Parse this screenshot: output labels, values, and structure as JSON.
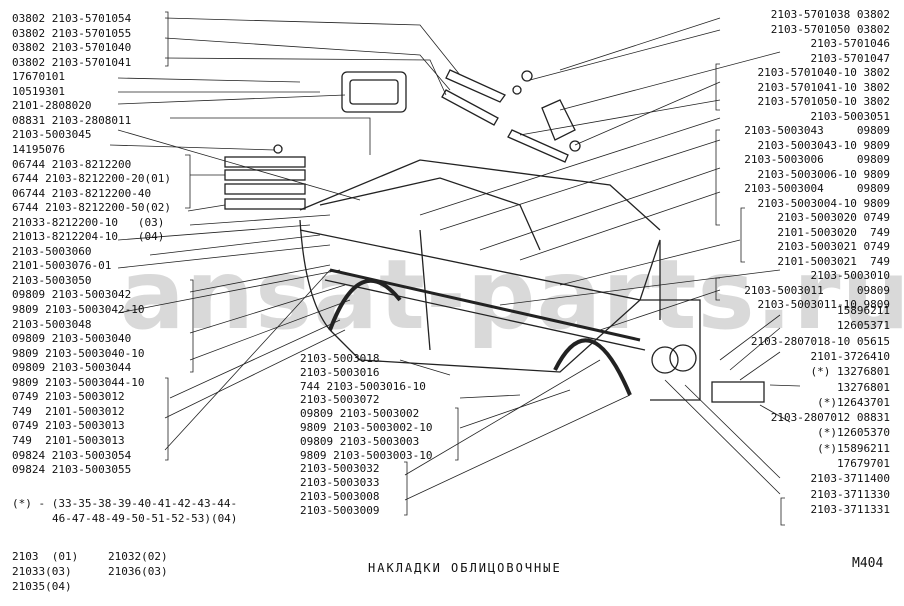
{
  "watermark": "ansat-parts.ru",
  "title": "НАКЛАДКИ ОБЛИЦОВОЧНЫЕ",
  "page_code": "М404",
  "note_line1": "(*) - (33-35-38-39-40-41-42-43-44-",
  "note_line2": "46-47-48-49-50-51-52-53)(04)",
  "models": [
    {
      "a": "2103  (01)",
      "b": "21032(02)"
    },
    {
      "a": "21033(03)",
      "b": "21036(03)"
    },
    {
      "a": "21035(04)",
      "b": ""
    }
  ],
  "left_labels": [
    "03802 2103-5701054",
    "03802 2103-5701055",
    "03802 2103-5701040",
    "03802 2103-5701041",
    "17670101",
    "10519301",
    "2101-2808020",
    "08831 2103-2808011",
    "2103-5003045",
    "14195076",
    "06744 2103-8212200",
    "6744 2103-8212200-20(01)",
    "06744 2103-8212200-40",
    "6744 2103-8212200-50(02)",
    "21033-8212200-10   (03)",
    "21013-8212204-10   (04)",
    "2103-5003060",
    "2101-5003076-01",
    "2103-5003050",
    "09809 2103-5003042",
    "9809 2103-5003042-10",
    "2103-5003048",
    "09809 2103-5003040",
    "9809 2103-5003040-10",
    "09809 2103-5003044",
    "9809 2103-5003044-10",
    "0749 2103-5003012",
    "749  2101-5003012",
    "0749 2103-5003013",
    "749  2101-5003013",
    "09824 2103-5003054",
    "09824 2103-5003055"
  ],
  "right_labels": [
    "2103-5701038 03802",
    "2103-5701050 03802",
    "2103-5701046",
    "2103-5701047",
    "2103-5701040-10 3802",
    "2103-5701041-10 3802",
    "2103-5701050-10 3802",
    "2103-5003051",
    "2103-5003043     09809",
    "2103-5003043-10 9809",
    "2103-5003006     09809",
    "2103-5003006-10 9809",
    "2103-5003004     09809",
    "2103-5003004-10 9809",
    "2103-5003020 0749",
    "2101-5003020  749",
    "2103-5003021 0749",
    "2101-5003021  749",
    "2103-5003010",
    "2103-5003011     09809",
    "2103-5003011-10 9809"
  ],
  "lower_right_labels": [
    "15896211",
    "12605371",
    "2103-2807018-10 05615",
    "2101-3726410",
    "(*) 13276801",
    "13276801",
    "(*)12643701",
    "2103-2807012 08831",
    "(*)12605370",
    "(*)15896211",
    "17679701",
    "2103-3711400",
    "2103-3711330",
    "2103-3711331"
  ],
  "center_labels": [
    "2103-5003018",
    "2103-5003016",
    "744 2103-5003016-10",
    "2103-5003072",
    "09809 2103-5003002",
    "9809 2103-5003002-10",
    "09809 2103-5003003",
    "9809 2103-5003003-10",
    "2103-5003032",
    "2103-5003033",
    "2103-5003008",
    "2103-5003009"
  ]
}
